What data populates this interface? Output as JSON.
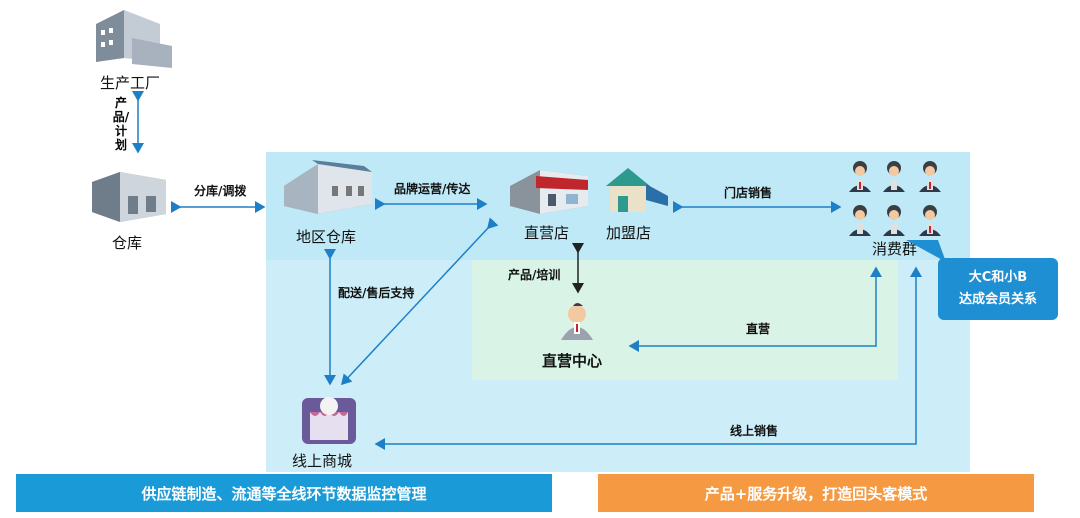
{
  "nodes": {
    "factory": "生产工厂",
    "warehouse": "仓库",
    "regional_warehouse": "地区仓库",
    "direct_store": "直营店",
    "franchise_store": "加盟店",
    "consumers": "消费群",
    "direct_center": "直营中心",
    "online_mall": "线上商城"
  },
  "edges": {
    "product_plan": "产品/计划",
    "distribute": "分库/调拨",
    "brand_ops": "品牌运营/传达",
    "store_sales": "门店销售",
    "product_training": "产品/培训",
    "delivery_support": "配送/售后支持",
    "direct": "直营",
    "online_sales": "线上销售"
  },
  "callout": {
    "line1": "大C和小B",
    "line2": "达成会员关系"
  },
  "bars": {
    "left": "供应链制造、流通等全线环节数据监控管理",
    "right": "产品+服务升级，打造回头客模式"
  },
  "colors": {
    "panel_light_blue": "#c6ecf7",
    "panel_light_green": "#dff5ea",
    "arrow_blue": "#1e7fc6",
    "bar_blue": "#1a9ad6",
    "bar_orange": "#f59a42",
    "callout_blue": "#1e8fd3"
  }
}
